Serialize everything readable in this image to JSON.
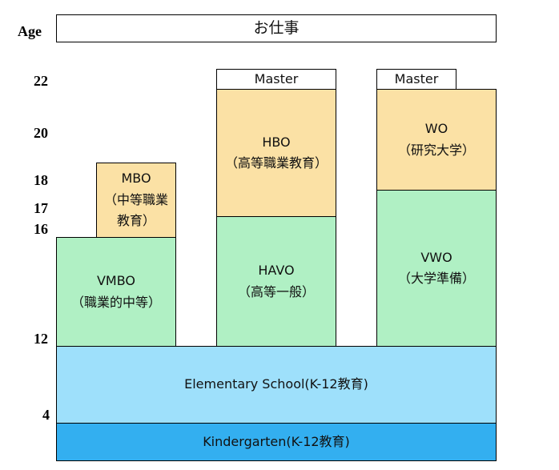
{
  "axis": {
    "title": "Age",
    "ticks": [
      "22",
      "20",
      "18",
      "17",
      "16",
      "12",
      "4"
    ]
  },
  "header": {
    "title": "お仕事"
  },
  "columns": {
    "vmbo": {
      "upper": {
        "line1": "MBO",
        "line2": "（中等職業",
        "line3": "教育）"
      },
      "lower": {
        "line1": "VMBO",
        "line2": "（職業的中等）"
      }
    },
    "havo": {
      "master": "Master",
      "upper": {
        "line1": "HBO",
        "line2": "（高等職業教育）"
      },
      "lower": {
        "line1": "HAVO",
        "line2": "（高等一般）"
      }
    },
    "vwo": {
      "master": "Master",
      "upper": {
        "line1": "WO",
        "line2": "（研究大学）"
      },
      "lower": {
        "line1": "VWO",
        "line2": "（大学準備）"
      }
    }
  },
  "elementary": {
    "label": "Elementary School(K-12教育)"
  },
  "kindergarten": {
    "label": "Kindergarten(K-12教育)"
  },
  "colors": {
    "higher_ed": "#fbe1a5",
    "secondary": "#b0f0c4",
    "elementary": "#9ee0fb",
    "kindergarten": "#33aff0"
  }
}
